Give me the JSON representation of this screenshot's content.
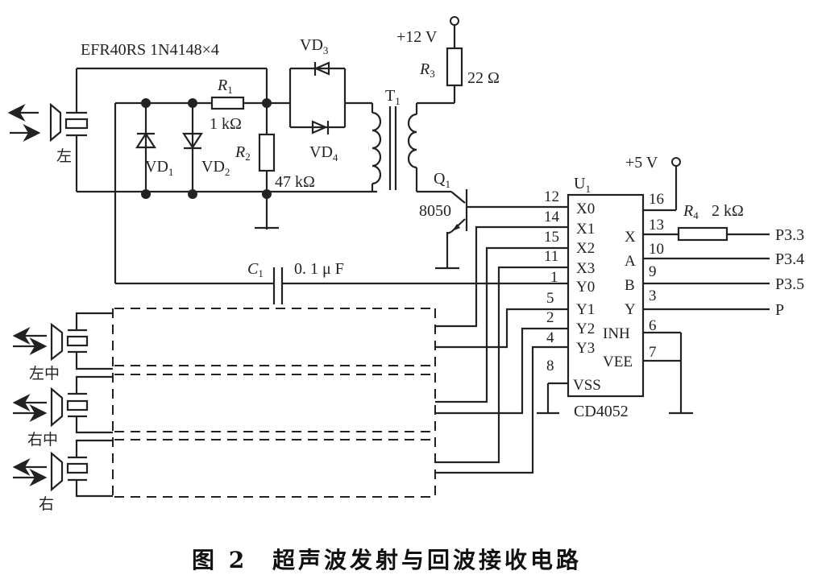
{
  "caption": {
    "figure": "图 2",
    "title": "超声波发射与回波接收电路"
  },
  "header_label": "EFR40RS  1N4148×4",
  "transducers": [
    {
      "label": "左"
    },
    {
      "label": "左中"
    },
    {
      "label": "右中"
    },
    {
      "label": "右"
    }
  ],
  "components": {
    "R1": {
      "name": "R",
      "sub": "1",
      "value": "1 kΩ"
    },
    "R2": {
      "name": "R",
      "sub": "2",
      "value": "47 kΩ"
    },
    "R3": {
      "name": "R",
      "sub": "3",
      "value": "22  Ω"
    },
    "R4": {
      "name": "R",
      "sub": "4",
      "value": "2 kΩ"
    },
    "C1": {
      "name": "C",
      "sub": "1",
      "value": "0. 1  μ F"
    },
    "VD1": {
      "name": "VD",
      "sub": "1"
    },
    "VD2": {
      "name": "VD",
      "sub": "2"
    },
    "VD3": {
      "name": "VD",
      "sub": "3"
    },
    "VD4": {
      "name": "VD",
      "sub": "4"
    },
    "T1": {
      "name": "T",
      "sub": "1"
    },
    "Q1": {
      "name": "Q",
      "sub": "1",
      "part": "8050"
    },
    "U1": {
      "name": "U",
      "sub": "1",
      "part": "CD4052"
    }
  },
  "supplies": {
    "v12": "+12 V",
    "v5": "+5 V"
  },
  "ic": {
    "left_pins": [
      {
        "num": "12",
        "name": "X0"
      },
      {
        "num": "14",
        "name": "X1"
      },
      {
        "num": "15",
        "name": "X2"
      },
      {
        "num": "11",
        "name": "X3"
      },
      {
        "num": "1",
        "name": "Y0"
      },
      {
        "num": "5",
        "name": "Y1"
      },
      {
        "num": "2",
        "name": "Y2"
      },
      {
        "num": "4",
        "name": "Y3"
      },
      {
        "num": "8",
        "name": "VSS"
      }
    ],
    "right_pins": [
      {
        "num": "16",
        "name": ""
      },
      {
        "num": "13",
        "name": "X"
      },
      {
        "num": "10",
        "name": "A"
      },
      {
        "num": "9",
        "name": "B"
      },
      {
        "num": "3",
        "name": "Y"
      },
      {
        "num": "6",
        "name": "INH"
      },
      {
        "num": "7",
        "name": "VEE"
      }
    ]
  },
  "ports": [
    "P3.3",
    "P3.4",
    "P3.5",
    "P"
  ]
}
